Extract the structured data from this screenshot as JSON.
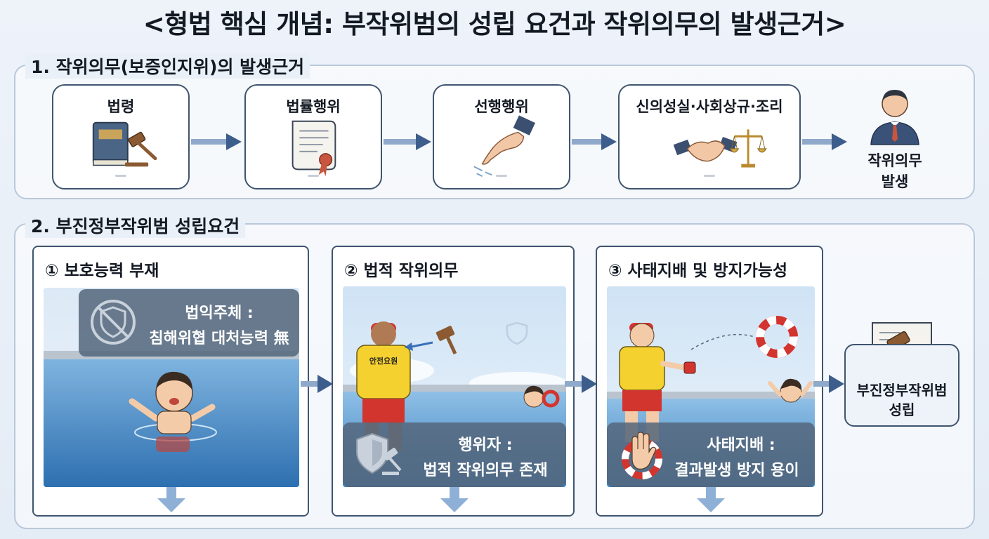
{
  "title": "<형법 핵심 개념: 부작위범의 성립 요건과 작위의무의 발생근거>",
  "section1": {
    "label": "1. 작위의무(보증인지위)의 발생근거",
    "cards": [
      {
        "title": "법령",
        "icon": "law-book-gavel-icon"
      },
      {
        "title": "법률행위",
        "icon": "contract-document-icon"
      },
      {
        "title": "선행행위",
        "icon": "pointing-hand-icon"
      },
      {
        "title": "신의성실·사회상규·조리",
        "icon": "handshake-scales-icon"
      }
    ],
    "result": {
      "line1": "작위의무",
      "line2": "발생",
      "icon": "person-icon"
    }
  },
  "section2": {
    "label": "2. 부진정부작위범 성립요건",
    "requirements": [
      {
        "title": "① 보호능력 부재",
        "overlay_line1": "법익주체 :",
        "overlay_line2": "침해위협 대처능력 無",
        "overlay_icon": "no-protection-shield-icon",
        "scene_icon": "drowning-child-icon"
      },
      {
        "title": "② 법적 작위의무",
        "overlay_line1": "행위자 :",
        "overlay_line2": "법적 작위의무 존재",
        "overlay_icon": "shield-gavel-icon",
        "scene_icon": "lifeguard-icon",
        "lifeguard_label": "안전요원"
      },
      {
        "title": "③ 사태지배 및 방지가능성",
        "overlay_line1": "사태지배 :",
        "overlay_line2": "결과발생 방지 용이",
        "overlay_icon": "stop-hand-lifebuoy-icon",
        "scene_icon": "lifeguard-rescue-icon"
      }
    ],
    "final": {
      "line1": "부진정부작위범",
      "line2": "성립",
      "icon": "gavel-document-icon"
    }
  },
  "colors": {
    "arrow": "#3d5d8c",
    "down_arrow": "#8fb0d6",
    "border": "#3f556f",
    "overlay": "#54667c"
  }
}
